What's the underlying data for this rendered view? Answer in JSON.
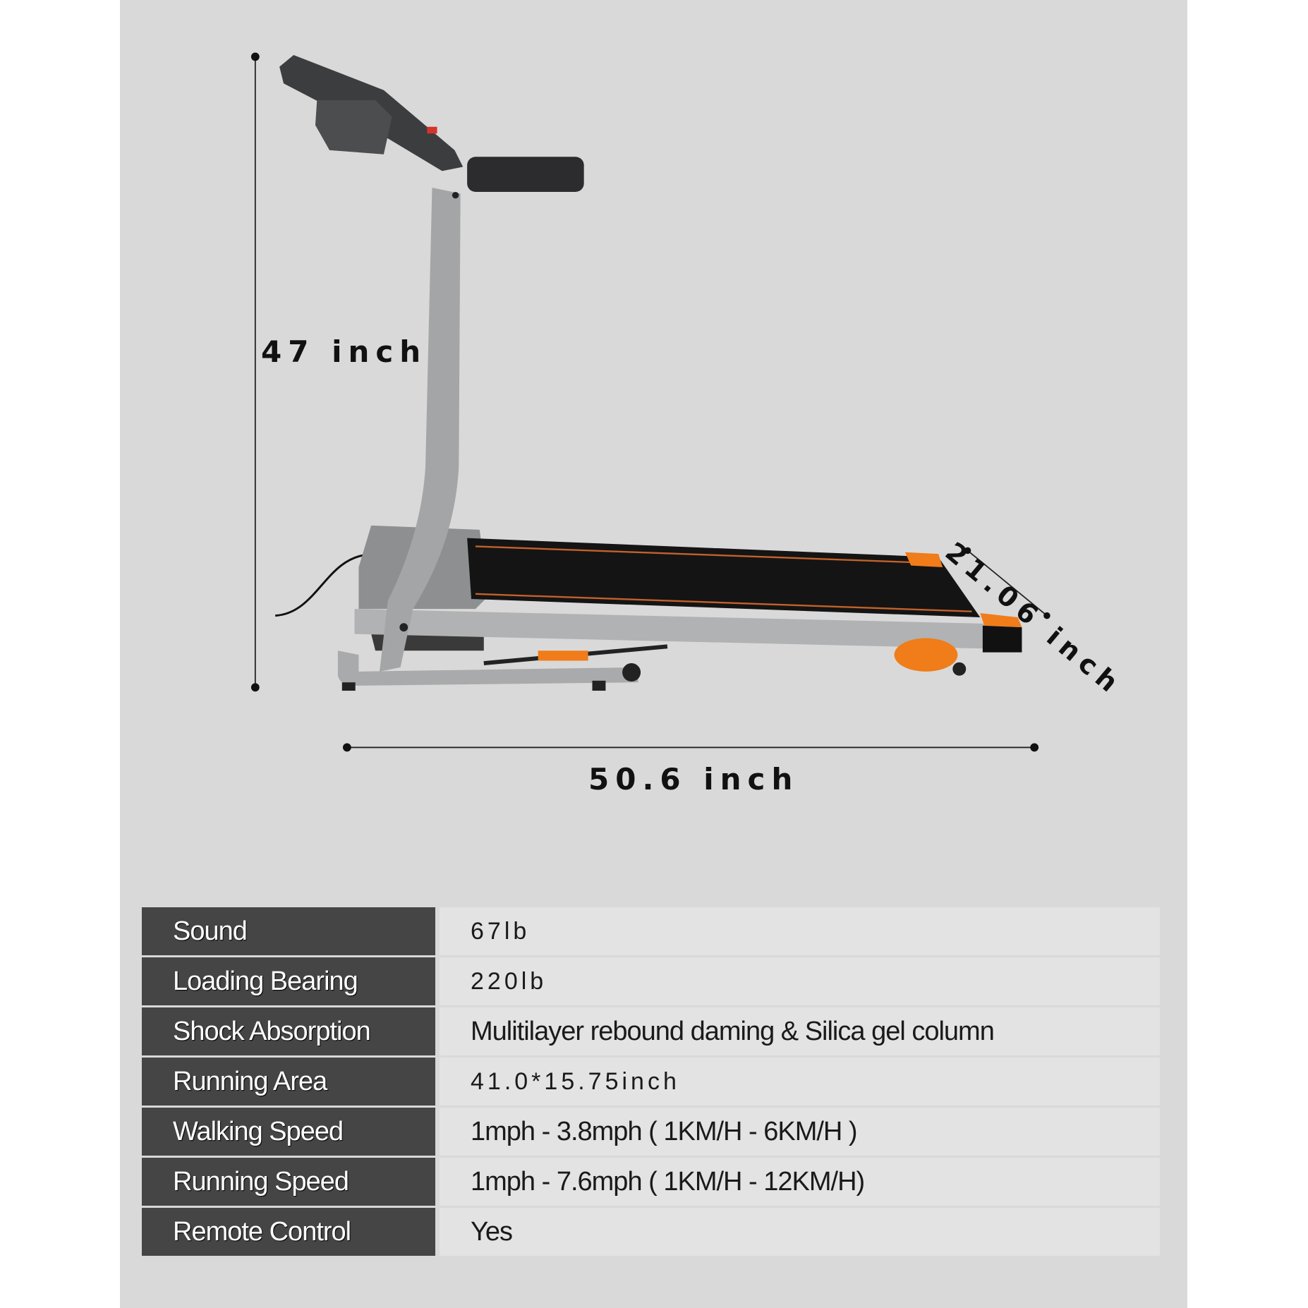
{
  "dimensions": {
    "height": "47 inch",
    "length": "50.6 inch",
    "width": "21.06 inch"
  },
  "colors": {
    "accent": "#f07c1a",
    "label_bg": "#454545",
    "panel_bg": "#d9d9d9"
  },
  "specs": [
    {
      "label": "Sound",
      "value": "67lb"
    },
    {
      "label": "Loading Bearing",
      "value": "220lb"
    },
    {
      "label": "Shock Absorption",
      "value": "Mulitilayer rebound daming & Silica gel column"
    },
    {
      "label": "Running Area",
      "value": "41.0*15.75inch"
    },
    {
      "label": "Walking Speed",
      "value": "1mph - 3.8mph ( 1KM/H - 6KM/H )"
    },
    {
      "label": "Running Speed",
      "value": "1mph - 7.6mph ( 1KM/H - 12KM/H)"
    },
    {
      "label": "Remote Control",
      "value": "Yes"
    }
  ]
}
